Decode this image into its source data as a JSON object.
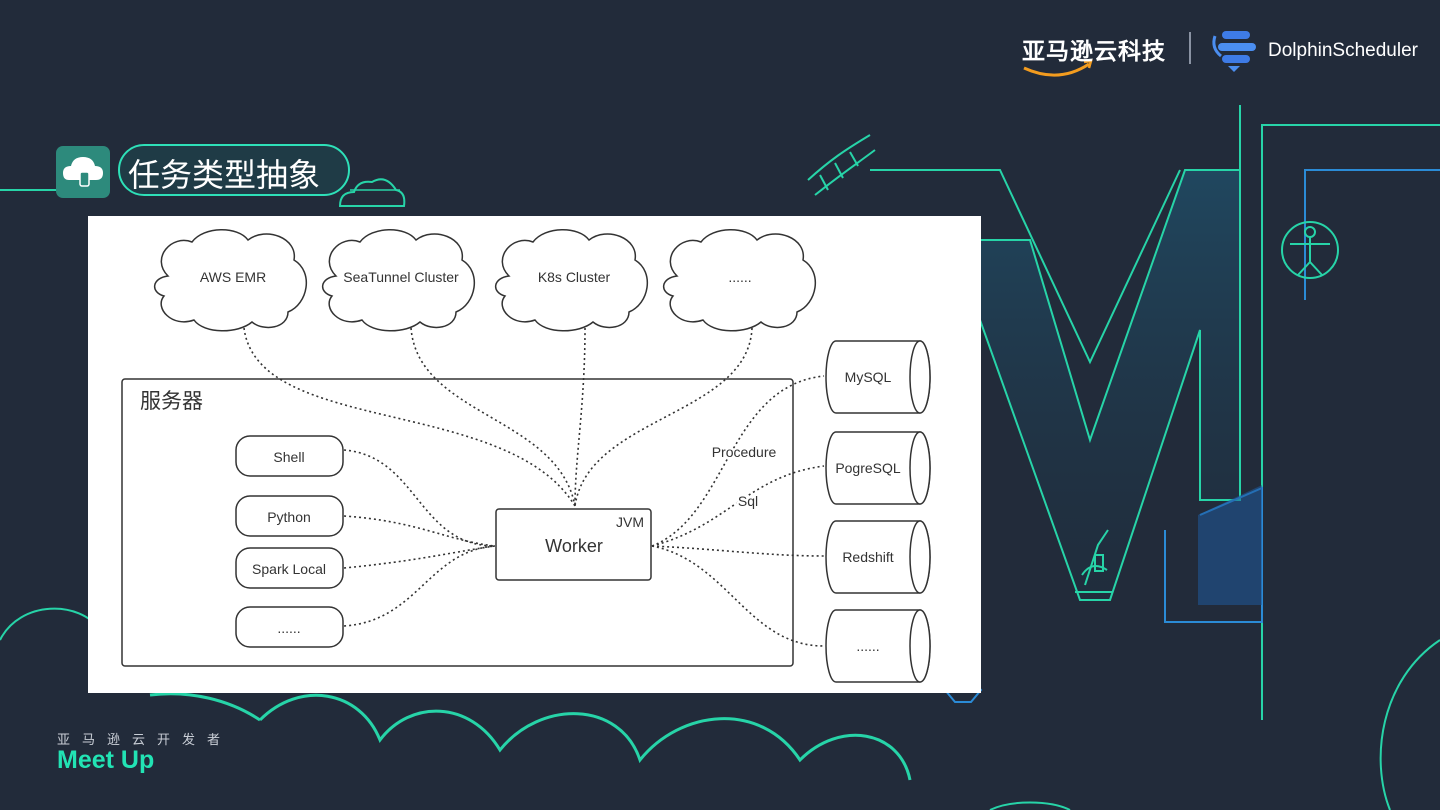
{
  "header": {
    "aws_logo_text": "亚马逊云科技",
    "ds_logo_text": "DolphinScheduler"
  },
  "slide": {
    "title": "任务类型抽象"
  },
  "diagram": {
    "clouds": [
      "AWS EMR",
      "SeaTunnel Cluster",
      "K8s Cluster",
      "......"
    ],
    "server_label": "服务器",
    "tasks": [
      "Shell",
      "Python",
      "Spark Local",
      "......"
    ],
    "worker_label": "Worker",
    "jvm_label": "JVM",
    "databases": [
      "MySQL",
      "PogreSQL",
      "Redshift",
      "......"
    ],
    "procedure_label": "Procedure",
    "sql_label": "Sql"
  },
  "footer": {
    "cn": "亚马逊云开发者",
    "en": "Meet Up"
  },
  "colors": {
    "background": "#222b3a",
    "accent": "#22e3b4",
    "accent_blue": "#2b8bd6"
  }
}
